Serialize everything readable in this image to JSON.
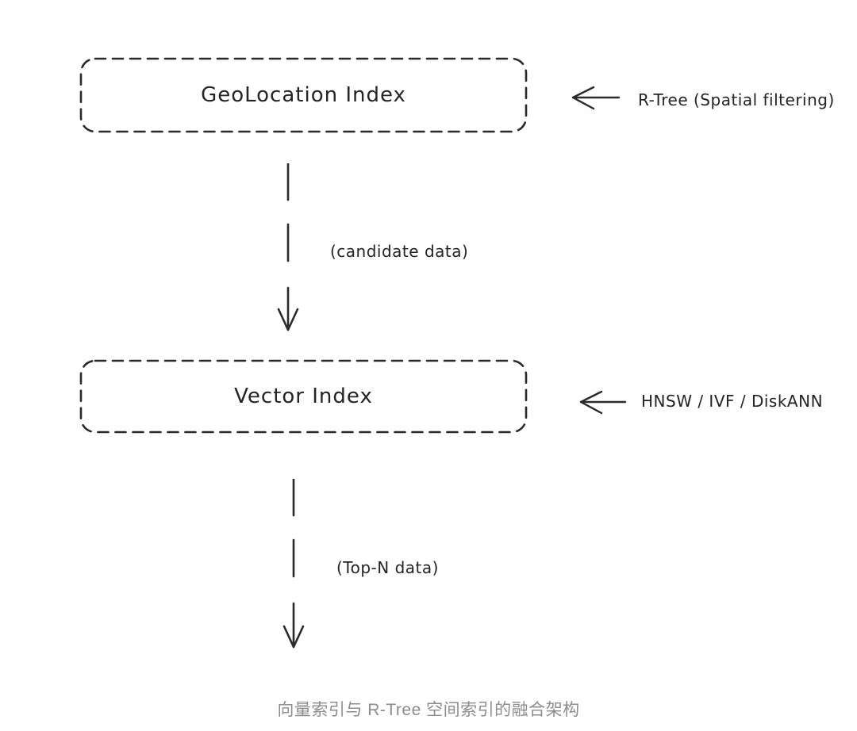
{
  "canvas": {
    "background": "#fefefe",
    "stroke_color": "#2a2a2a",
    "text_color": "#242424",
    "caption_color": "#8d8d8d"
  },
  "diagram": {
    "nodes": [
      {
        "label": "GeoLocation Index"
      },
      {
        "label": "Vector Index"
      }
    ],
    "side_annotations": [
      {
        "label": "R-Tree (Spatial filtering)"
      },
      {
        "label": "HNSW / IVF / DiskANN"
      }
    ],
    "flow_arrows": [
      {
        "label": "(candidate data)"
      },
      {
        "label": "(Top-N data)"
      }
    ],
    "caption": "向量索引与 R-Tree 空间索引的融合架构"
  }
}
